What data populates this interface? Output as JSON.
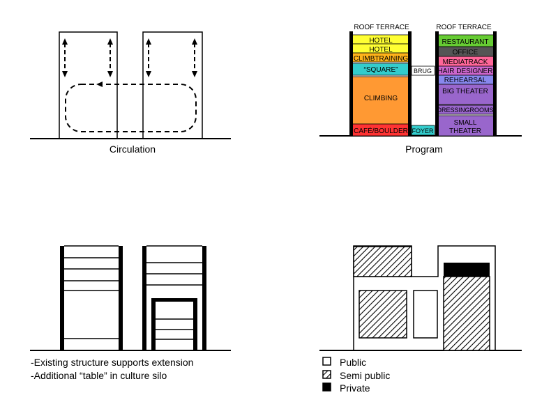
{
  "circulation": {
    "caption": "Circulation"
  },
  "program": {
    "caption": "Program",
    "left_tower": {
      "roof": "ROOF TERRACE",
      "floors": [
        {
          "label": "HOTEL",
          "color": "#ffff33"
        },
        {
          "label": "HOTEL",
          "color": "#ffff33"
        },
        {
          "label": "CLIMBTRAINING",
          "color": "#ffb31a"
        },
        {
          "label": "“SQUARE”",
          "color": "#33cccc"
        },
        {
          "label": "CLIMBING",
          "color": "#ff9933"
        },
        {
          "label": "CAFÉ/BOULDER",
          "color": "#ff3333"
        }
      ]
    },
    "right_tower": {
      "roof": "ROOF TERRACE",
      "floors": [
        {
          "label": "RESTAURANT",
          "color": "#66cc33"
        },
        {
          "label": "OFFICE",
          "color": "#555555"
        },
        {
          "label": "MEDIATRACK",
          "color": "#ff6699"
        },
        {
          "label": "HAIR DESIGNER",
          "color": "#cc66cc"
        },
        {
          "label": "REHEARSAL",
          "color": "#8888ee"
        },
        {
          "label": "BIG THEATER",
          "color": "#9966cc"
        },
        {
          "label": "DRESSINGROOMS",
          "color": "#9966cc"
        },
        {
          "label": "SMALL",
          "color": "#9966cc"
        },
        {
          "label": "THEATER",
          "color": "#9966cc"
        }
      ]
    },
    "bridge": "BRUG",
    "foyer": "FOYER"
  },
  "structure": {
    "notes": [
      "-Existing structure supports extension",
      "-Additional “table” in culture silo"
    ]
  },
  "legend": {
    "items": [
      {
        "label": "Public",
        "style": "empty"
      },
      {
        "label": "Semi public",
        "style": "hatched"
      },
      {
        "label": "Private",
        "style": "filled"
      }
    ]
  }
}
